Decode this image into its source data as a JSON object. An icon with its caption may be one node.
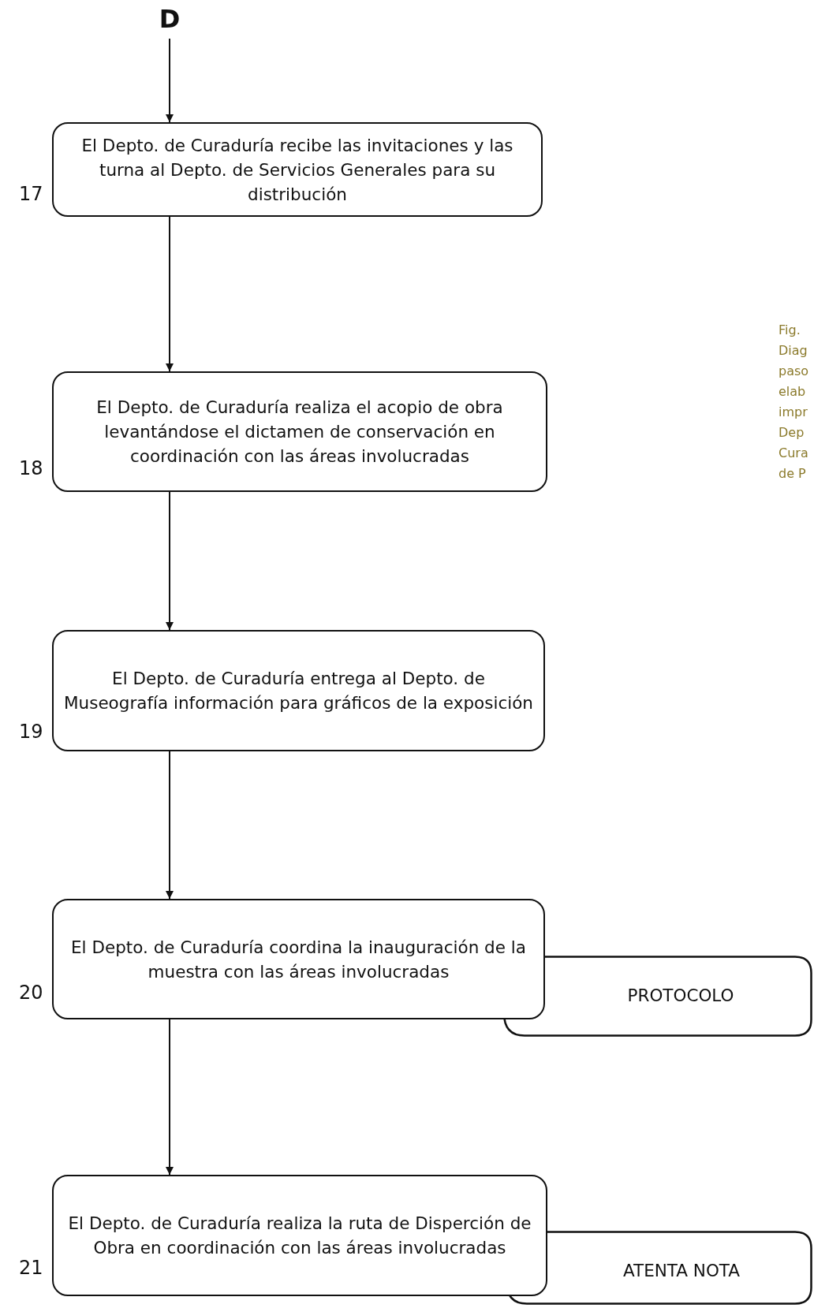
{
  "diagram": {
    "nodes": [
      {
        "text": [
          "D"
        ]
      },
      {
        "text": [
          "El Depto. de Curaduría recibe las invitaciones y las turna al Depto. de Servicios Generales para su distribución"
        ],
        "beside": [
          "17"
        ]
      },
      {
        "text": [
          "El Depto. de Curaduría realiza el acopio de obra levantándose el dictamen de conservación en coordinación con las áreas involucradas"
        ],
        "beside": [
          "18"
        ]
      },
      {
        "text": [
          "El Depto. de Curaduría entrega al Depto. de Museografía información para gráficos de la exposición"
        ],
        "beside": [
          "19"
        ]
      },
      {
        "text": [
          "El Depto. de Curaduría coordina la inauguración de la muestra con las áreas involucradas"
        ],
        "beside": [
          "20"
        ]
      },
      {
        "text": [
          "El Depto. de Curaduría realiza la ruta de Disperción de Obra en coordinación con las áreas involucradas"
        ],
        "beside": [
          "21"
        ]
      },
      {
        "text": [
          "PROTOCOLO"
        ]
      },
      {
        "text": [
          "ATENTA NOTA"
        ]
      }
    ],
    "edges": [
      {
        "from": 0,
        "to": 1,
        "arrow": "to"
      },
      {
        "from": 1,
        "to": 2,
        "arrow": "to"
      },
      {
        "from": 2,
        "to": 3,
        "arrow": "to"
      },
      {
        "from": 3,
        "to": 4,
        "arrow": "to"
      },
      {
        "from": 4,
        "to": 5,
        "arrow": "to"
      }
    ],
    "labels": [
      "Fig. Diag paso elab impr Dep Cura de P"
    ]
  }
}
